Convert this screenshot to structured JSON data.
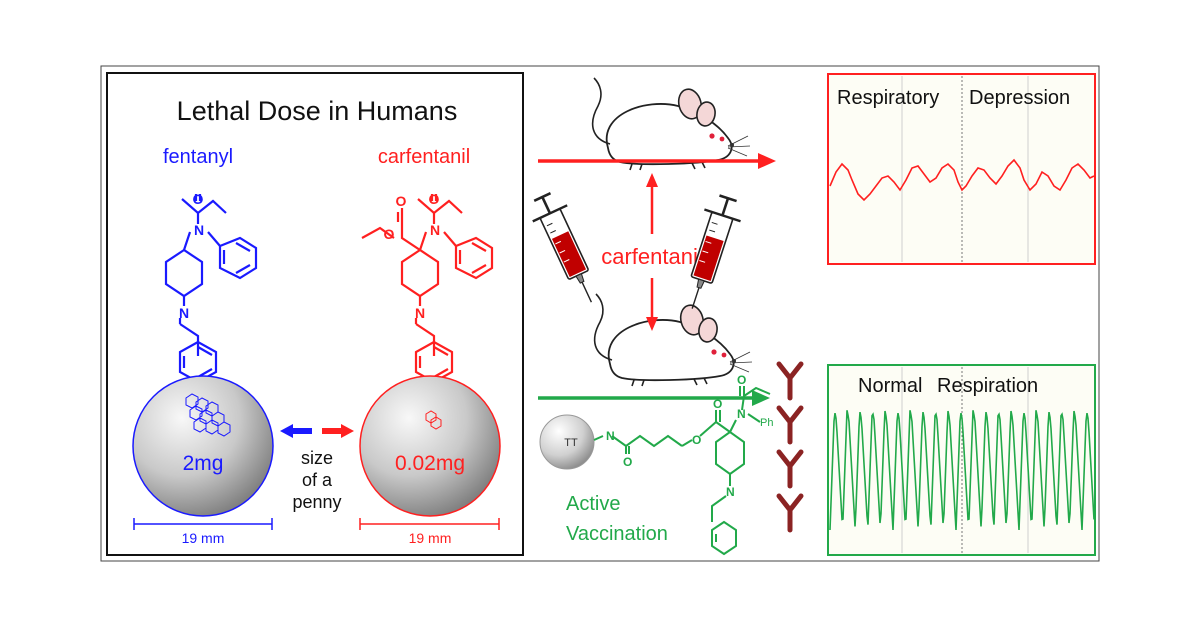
{
  "left_panel": {
    "title": "Lethal Dose in Humans",
    "fentanyl": {
      "name": "fentanyl",
      "dose": "2mg",
      "scale_label": "19 mm"
    },
    "carfentanil": {
      "name": "carfentanil",
      "dose": "0.02mg",
      "scale_label": "19 mm"
    },
    "comparison": [
      "size",
      "of a",
      "penny"
    ]
  },
  "center": {
    "drug_label": "carfentanil",
    "vaccine": {
      "carrier": "TT",
      "line1": "Active",
      "line2": "Vaccination"
    },
    "atoms": {
      "oxygen": "O",
      "nitrogen": "N",
      "phenyl": "Ph"
    }
  },
  "traces": {
    "top": {
      "title_word1": "Respiratory",
      "title_word2": "Depression"
    },
    "bottom": {
      "title_word1": "Normal",
      "title_word2": "Respiration"
    }
  },
  "colors": {
    "blue": "#1a1aff",
    "red": "#ff2020",
    "green": "#22a94a",
    "antibody": "#8b2323",
    "panel_bg": "#fdfdf5"
  }
}
